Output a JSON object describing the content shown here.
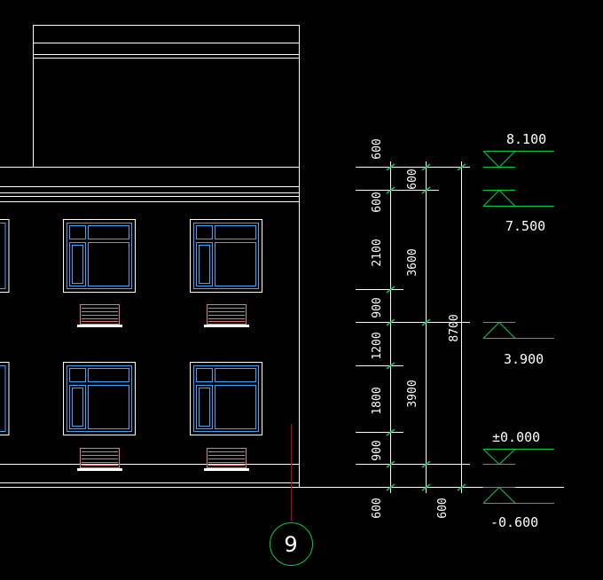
{
  "colors": {
    "background": "#000000",
    "outline": "#ffffff",
    "window_frame": "#3aa7ff",
    "ac_unit": "#e07a6a",
    "elevation_marker": "#00cc44",
    "axis_line": "#cc0000"
  },
  "dimensions": {
    "col1": [
      "600",
      "600",
      "2100",
      "900",
      "1200",
      "1800",
      "900",
      "600"
    ],
    "col2": [
      "600",
      "3600",
      "3900",
      "600"
    ],
    "col3": [
      "8700"
    ]
  },
  "elevations": [
    "8.100",
    "7.500",
    "3.900",
    "±0.000",
    "-0.600"
  ],
  "axis": {
    "label": "9"
  }
}
